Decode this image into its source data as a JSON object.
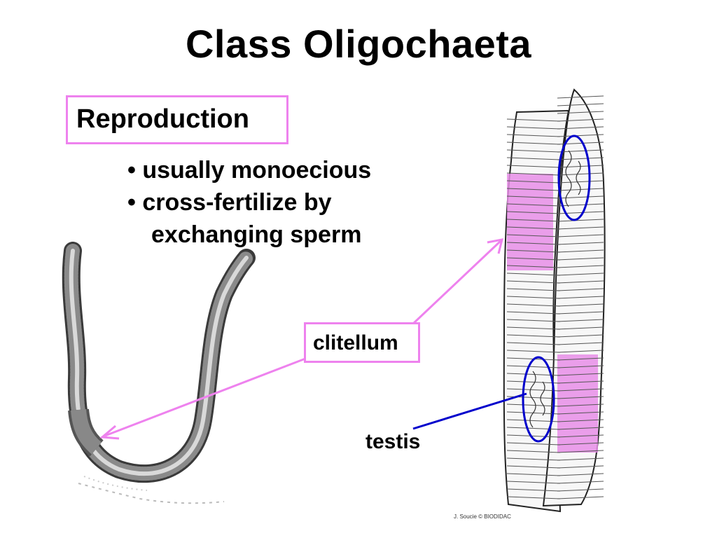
{
  "slide": {
    "title": "Class Oligochaeta",
    "heading": "Reproduction",
    "bullets": [
      {
        "line1": "• usually monoecious",
        "line2": ""
      },
      {
        "line1": "• cross-fertilize by",
        "line2": "exchanging sperm"
      }
    ],
    "labels": {
      "clitellum": "clitellum",
      "testis": "testis"
    },
    "credit": "J. Soucie © BIODIDAC"
  },
  "colors": {
    "accent_pink": "#ee82ee",
    "clitellum_fill": "#e88ee8",
    "testis_outline": "#0000cc"
  }
}
